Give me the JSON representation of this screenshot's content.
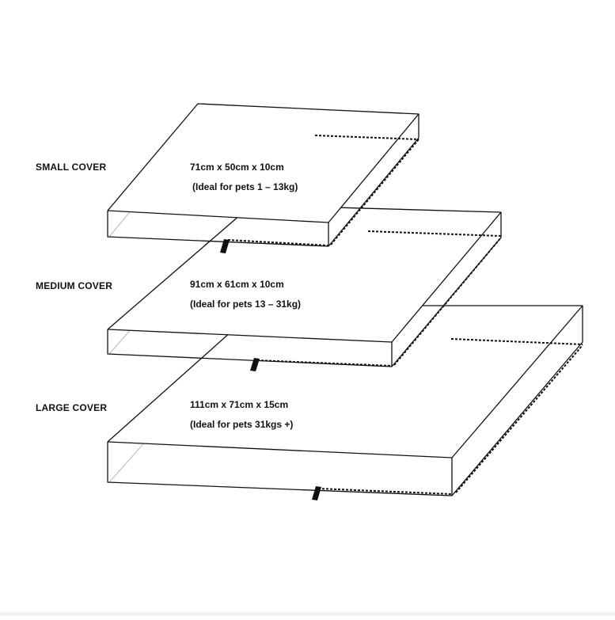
{
  "covers": [
    {
      "name": "SMALL COVER",
      "dimensions": "71cm x 50cm x 10cm",
      "ideal": "(Ideal for pets 1 – 13kg)"
    },
    {
      "name": "MEDIUM COVER",
      "dimensions": "91cm x 61cm x 10cm",
      "ideal": "(Ideal for pets 13 – 31kg)"
    },
    {
      "name": "LARGE COVER",
      "dimensions": "111cm x 71cm x 15cm",
      "ideal": "(Ideal for pets 31kgs +)"
    }
  ],
  "colors": {
    "line": "#111111",
    "hidden_line": "#b8b8b8",
    "background": "#ffffff"
  }
}
